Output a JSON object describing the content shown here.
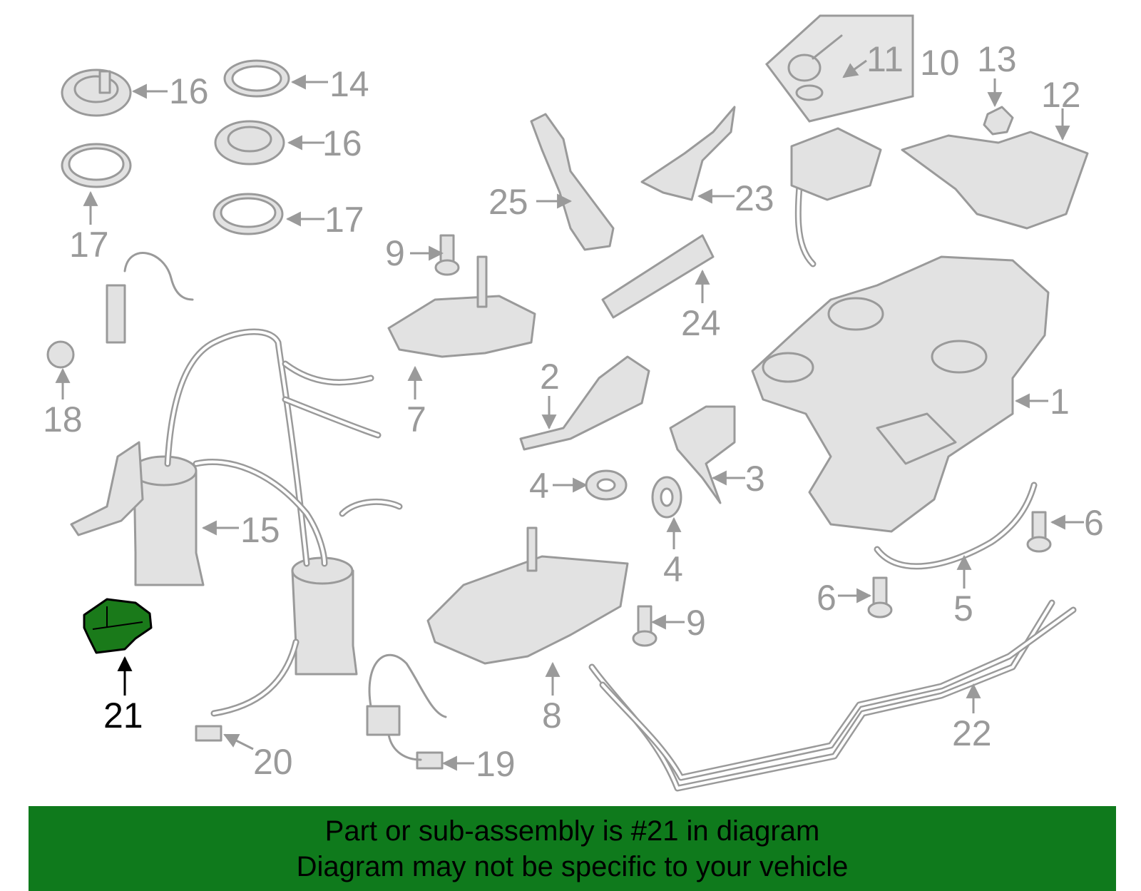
{
  "diagram": {
    "highlight_color": "#1a7a1a",
    "line_color": "#9a9a9a",
    "callouts": [
      {
        "id": "c16a",
        "label": "16"
      },
      {
        "id": "c14",
        "label": "14"
      },
      {
        "id": "c16b",
        "label": "16"
      },
      {
        "id": "c17a",
        "label": "17"
      },
      {
        "id": "c17b",
        "label": "17"
      },
      {
        "id": "c11",
        "label": "11"
      },
      {
        "id": "c10",
        "label": "10"
      },
      {
        "id": "c13",
        "label": "13"
      },
      {
        "id": "c12",
        "label": "12"
      },
      {
        "id": "c25",
        "label": "25"
      },
      {
        "id": "c23",
        "label": "23"
      },
      {
        "id": "c9a",
        "label": "9"
      },
      {
        "id": "c24",
        "label": "24"
      },
      {
        "id": "c7",
        "label": "7"
      },
      {
        "id": "c18",
        "label": "18"
      },
      {
        "id": "c2",
        "label": "2"
      },
      {
        "id": "c1",
        "label": "1"
      },
      {
        "id": "c3",
        "label": "3"
      },
      {
        "id": "c4a",
        "label": "4"
      },
      {
        "id": "c4b",
        "label": "4"
      },
      {
        "id": "c15",
        "label": "15"
      },
      {
        "id": "c6a",
        "label": "6"
      },
      {
        "id": "c6b",
        "label": "6"
      },
      {
        "id": "c5",
        "label": "5"
      },
      {
        "id": "c9b",
        "label": "9"
      },
      {
        "id": "c21",
        "label": "21"
      },
      {
        "id": "c8",
        "label": "8"
      },
      {
        "id": "c22",
        "label": "22"
      },
      {
        "id": "c20",
        "label": "20"
      },
      {
        "id": "c19",
        "label": "19"
      }
    ],
    "highlighted_part": "21"
  },
  "banner": {
    "line1": "Part or sub-assembly is #21 in diagram",
    "line2": "Diagram may not be specific to your vehicle",
    "color": "#0f7a1c"
  }
}
